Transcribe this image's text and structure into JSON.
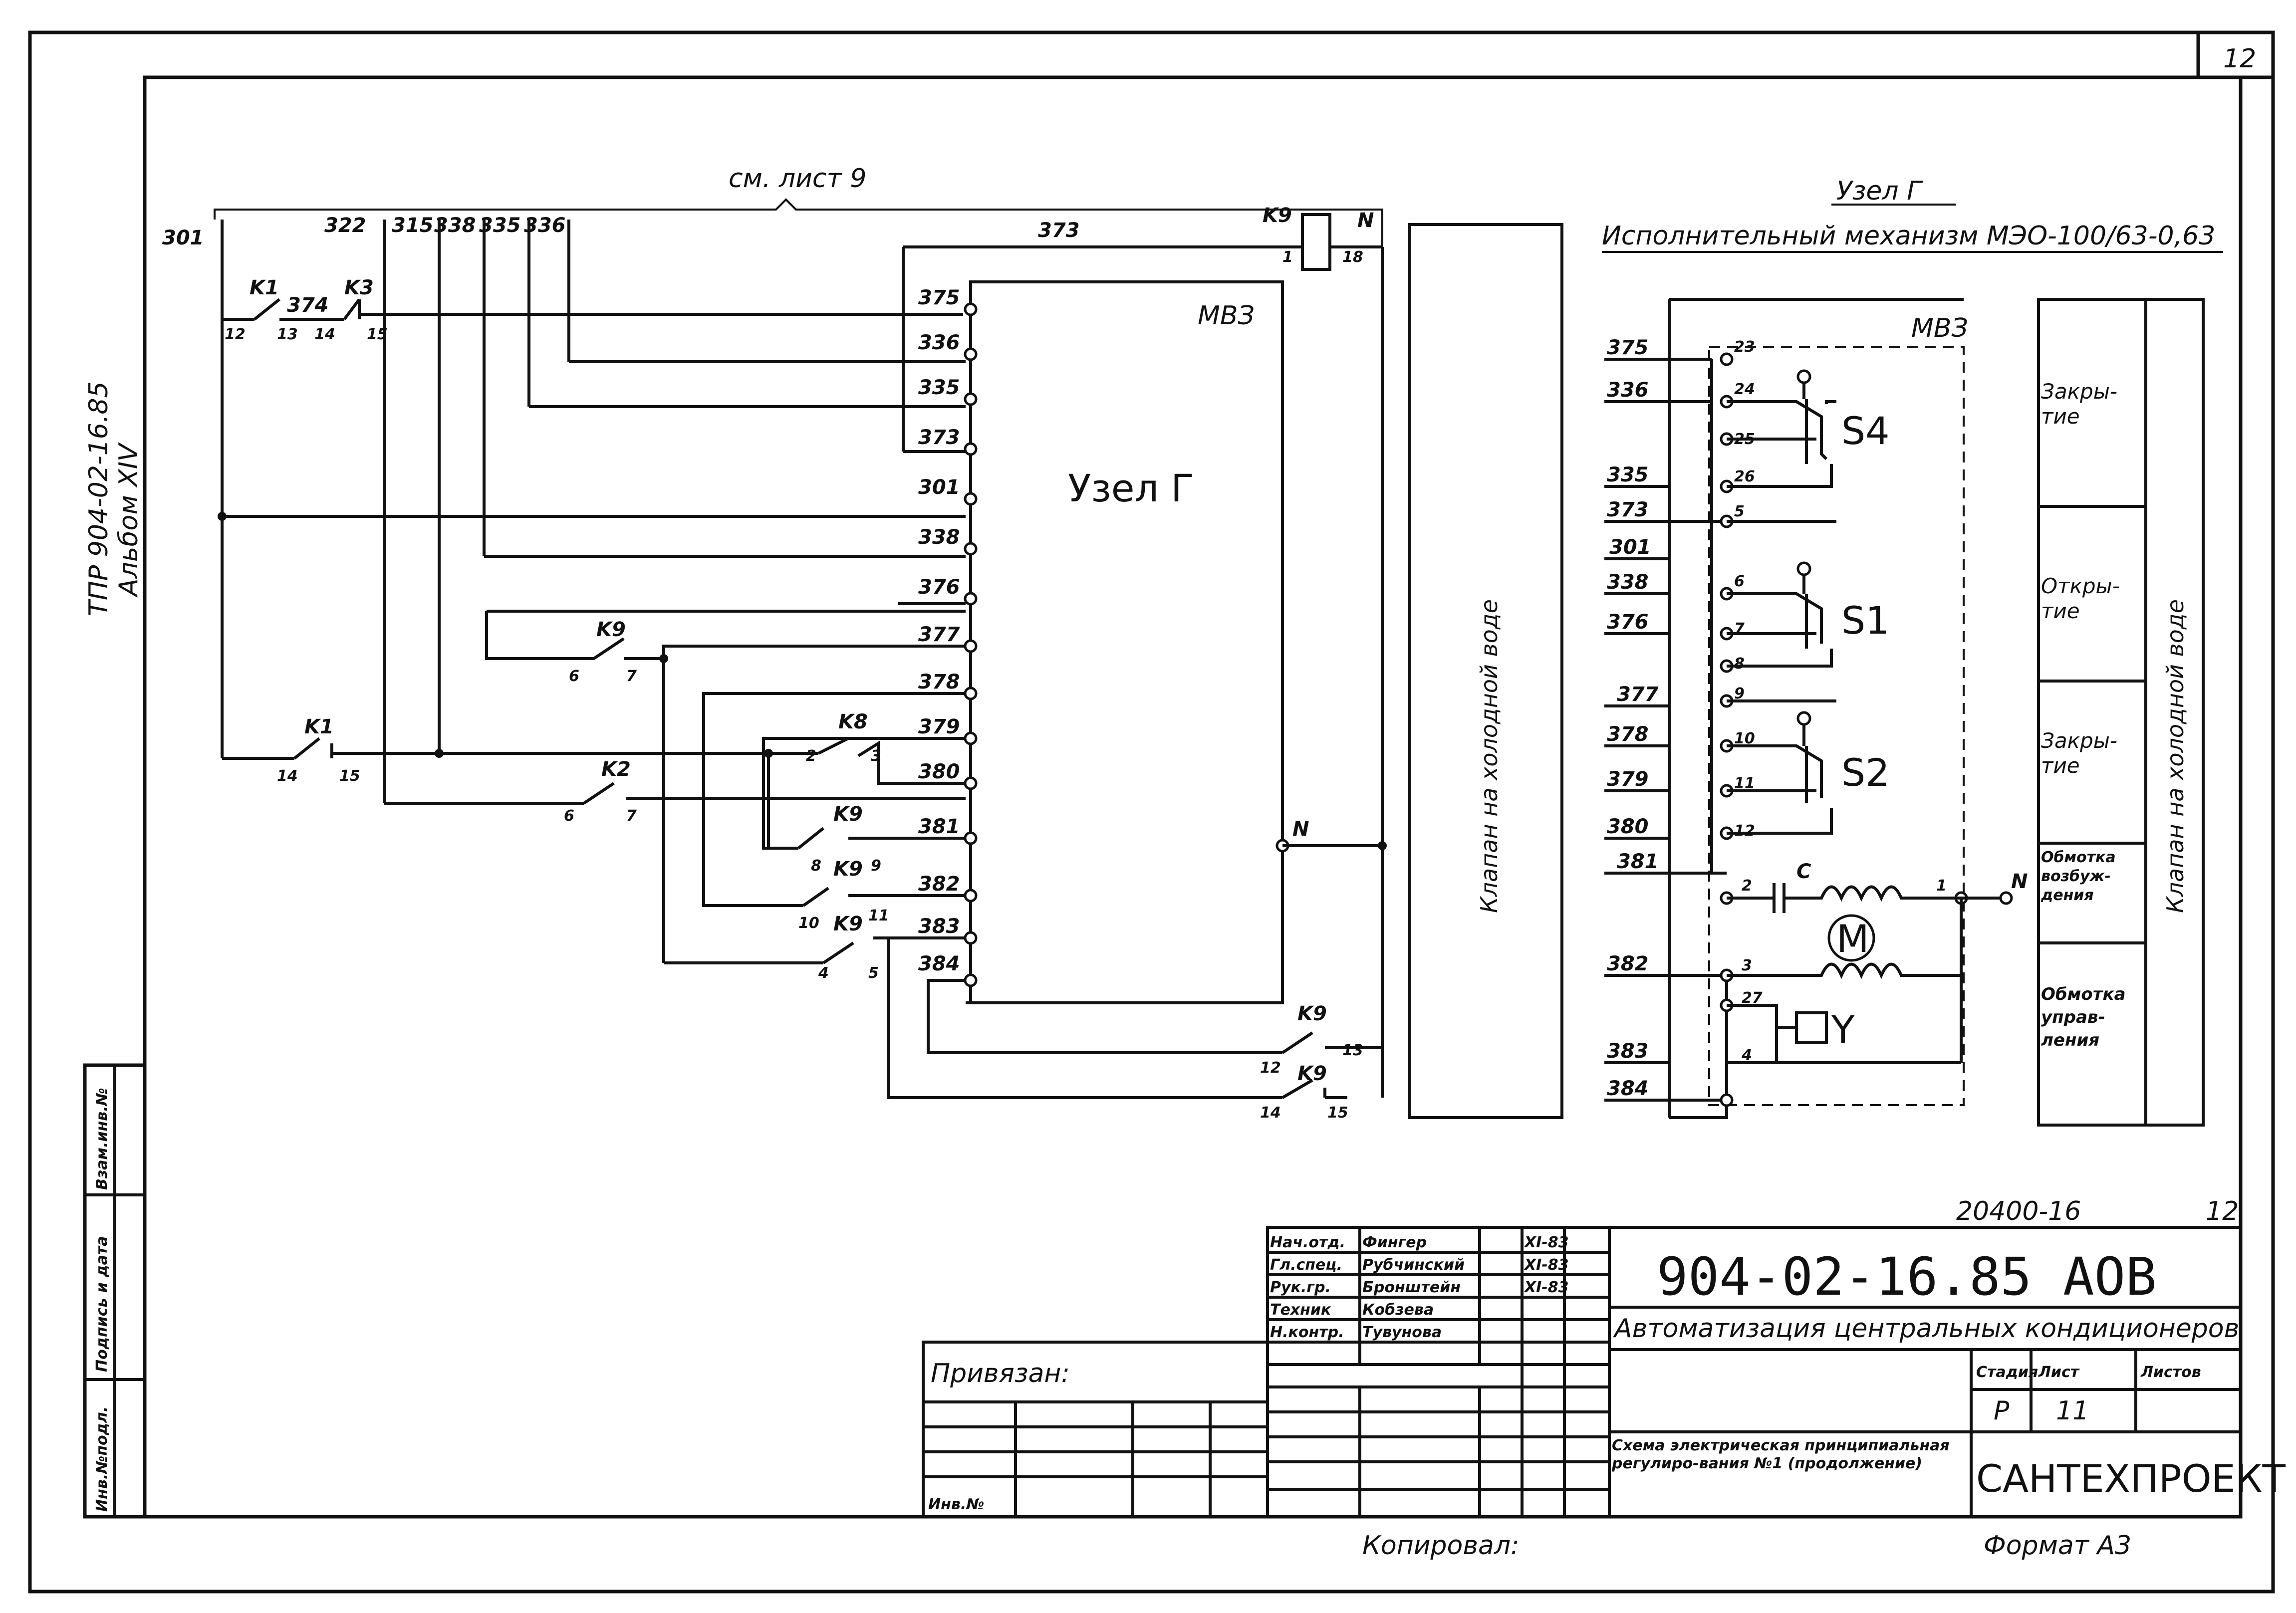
{
  "sheet": {
    "page_number": "12",
    "project_code": "ТПР 904-02-16.85",
    "album": "Альбом XIV",
    "reference": "см. лист 9",
    "copied_by": "Копировал:",
    "format": "Формат А3",
    "doc_number": "20400-16",
    "doc_number_sheet": "12"
  },
  "left_scheme": {
    "top_wires": [
      "301",
      "322",
      "315",
      "338",
      "335",
      "336"
    ],
    "wire_373": "373",
    "wire_374": "374",
    "relay_k9": "K9",
    "relay_k9_pins": [
      "1",
      "18"
    ],
    "neutral": "N",
    "contacts": [
      {
        "label": "K1",
        "pins": [
          "12",
          "13"
        ]
      },
      {
        "label": "K3",
        "pins": [
          "14",
          "15"
        ]
      },
      {
        "label": "K9",
        "pins": [
          "6",
          "7"
        ]
      },
      {
        "label": "K1",
        "pins": [
          "14",
          "15"
        ]
      },
      {
        "label": "K8",
        "pins": [
          "2",
          "3"
        ]
      },
      {
        "label": "K2",
        "pins": [
          "6",
          "7"
        ]
      },
      {
        "label": "K9",
        "pins": [
          "8",
          "9"
        ]
      },
      {
        "label": "K9",
        "pins": [
          "10",
          "11"
        ]
      },
      {
        "label": "K9",
        "pins": [
          "4",
          "5"
        ]
      },
      {
        "label": "K9",
        "pins": [
          "12",
          "13"
        ]
      },
      {
        "label": "K9",
        "pins": [
          "14",
          "15"
        ]
      }
    ],
    "terminal_block_label": "МВЗ",
    "terminals": [
      "375",
      "336",
      "335",
      "373",
      "301",
      "338",
      "376",
      "377",
      "378",
      "379",
      "380",
      "381",
      "382",
      "383",
      "384"
    ],
    "node_label": "Узел Г",
    "n_label": "N"
  },
  "valve_box": {
    "text": "Клапан на холодной воде"
  },
  "right_scheme": {
    "title": "Узел Г",
    "subtitle": "Исполнительный механизм МЭО-100/63-0,63",
    "block_label": "МВЗ",
    "wires": [
      "375",
      "336",
      "335",
      "373",
      "301",
      "338",
      "376",
      "377",
      "378",
      "379",
      "380",
      "381",
      "382",
      "383",
      "384"
    ],
    "pins": [
      "23",
      "24",
      "25",
      "26",
      "5",
      "6",
      "7",
      "8",
      "9",
      "10",
      "11",
      "12",
      "2",
      "1",
      "3",
      "27",
      "4"
    ],
    "switches": [
      "S4",
      "S1",
      "S2"
    ],
    "capacitor": "C",
    "motor": "M",
    "coil": "Y",
    "neutral": "N"
  },
  "legend": {
    "rows": [
      "Закры-тие",
      "Откры-тие",
      "Закры-тие",
      "Обмотка возбуж-дения",
      "Обмотка управ-ления"
    ],
    "side_text": "Клапан на холодной воде"
  },
  "title_block": {
    "doc_code": "904-02-16.85 АОВ",
    "title": "Автоматизация центральных кондиционеров",
    "drawing_title": "Схема электрическая принципиальная регулиро-вания №1 (продолжение)",
    "organization": "САНТЕХПРОЕКТ",
    "stage_header": "Стадия",
    "sheet_header": "Лист",
    "sheets_header": "Листов",
    "stage": "Р",
    "sheet": "11",
    "bound": "Привязан:",
    "inv": "Инв.№",
    "signers": [
      {
        "role": "Нач.отд.",
        "name": "Фингер",
        "date": "XI-83"
      },
      {
        "role": "Гл.спец.",
        "name": "Рубчинский",
        "date": "XI-83"
      },
      {
        "role": "Рук.гр.",
        "name": "Бронштейн",
        "date": "XI-83"
      },
      {
        "role": "Техник",
        "name": "Кобзева",
        "date": ""
      },
      {
        "role": "Н.контр.",
        "name": "Тувунова",
        "date": ""
      }
    ]
  },
  "side_stamp": [
    "Инв.№подл.",
    "Подпись и дата",
    "Взам.инв.№"
  ]
}
